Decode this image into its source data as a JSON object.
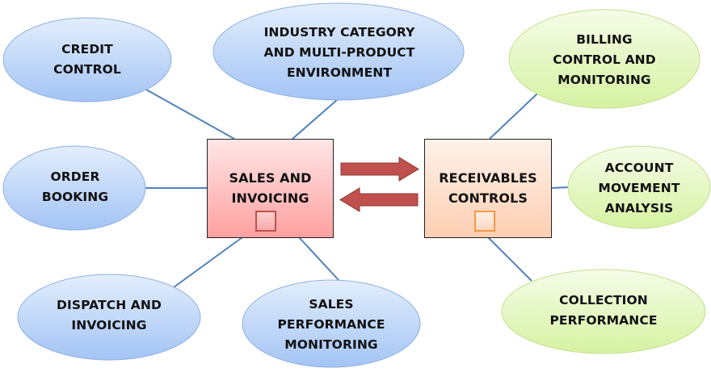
{
  "diagram": {
    "central_nodes": [
      {
        "id": "sales-and-invoicing",
        "lines": [
          "SALES AND",
          "INVOICING"
        ],
        "fill_top": "#ffe3e3",
        "fill_bottom": "#ffa3a3",
        "icon_border": "#c0504d"
      },
      {
        "id": "receivables-controls",
        "lines": [
          "RECEIVABLES",
          "CONTROLS"
        ],
        "fill_top": "#fff0e8",
        "fill_bottom": "#fdd1b6",
        "icon_border": "#f79646"
      }
    ],
    "satellite_nodes": [
      {
        "id": "credit-control",
        "lines": [
          "CREDIT",
          "CONTROL"
        ],
        "group": "sales",
        "color": "blue"
      },
      {
        "id": "industry-category",
        "lines": [
          "INDUSTRY CATEGORY",
          "AND MULTI-PRODUCT",
          "ENVIRONMENT"
        ],
        "group": "sales",
        "color": "blue"
      },
      {
        "id": "order-booking",
        "lines": [
          "ORDER",
          "BOOKING"
        ],
        "group": "sales",
        "color": "blue"
      },
      {
        "id": "dispatch-and-invoicing",
        "lines": [
          "DISPATCH AND",
          "INVOICING"
        ],
        "group": "sales",
        "color": "blue"
      },
      {
        "id": "sales-performance-monitoring",
        "lines": [
          "SALES",
          "PERFORMANCE",
          "MONITORING"
        ],
        "group": "sales",
        "color": "blue"
      },
      {
        "id": "billing-control-and-monitoring",
        "lines": [
          "BILLING",
          "CONTROL AND",
          "MONITORING"
        ],
        "group": "receivables",
        "color": "green"
      },
      {
        "id": "account-movement-analysis",
        "lines": [
          "ACCOUNT",
          "MOVEMENT",
          "ANALYSIS"
        ],
        "group": "receivables",
        "color": "green"
      },
      {
        "id": "collection-performance",
        "lines": [
          "COLLECTION",
          "PERFORMANCE"
        ],
        "group": "receivables",
        "color": "green"
      }
    ],
    "arrows": [
      {
        "id": "arrow-sales-to-receivables",
        "from": "sales-and-invoicing",
        "to": "receivables-controls",
        "direction": "right"
      },
      {
        "id": "arrow-receivables-to-sales",
        "from": "receivables-controls",
        "to": "sales-and-invoicing",
        "direction": "left"
      }
    ],
    "colors": {
      "blue_top": "#e3eefc",
      "blue_bottom": "#a3c4f5",
      "blue_stroke": "#8eb0e0",
      "green_top": "#f3fbe3",
      "green_bottom": "#d8f3a6",
      "green_stroke": "#c3e08f",
      "connector": "#4f81bd",
      "arrow_fill": "#c0504d",
      "arrow_stroke": "#8c3836",
      "box_border": "#222222",
      "text": "#111111"
    }
  }
}
